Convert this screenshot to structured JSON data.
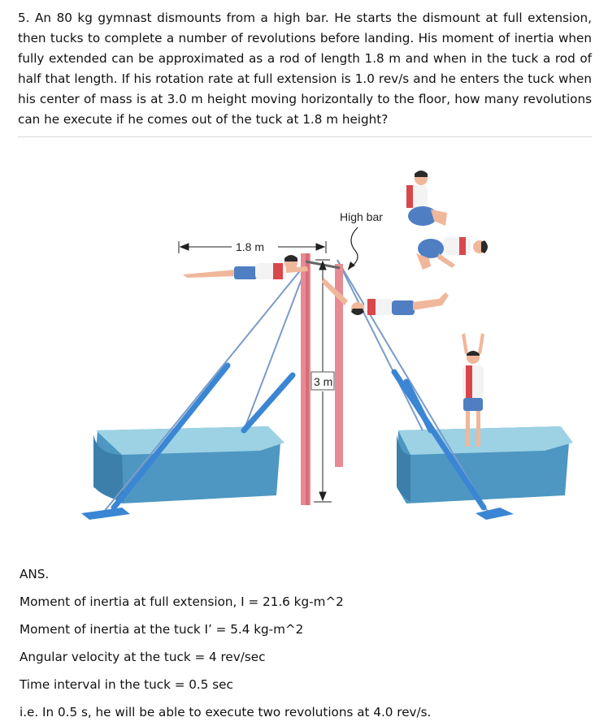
{
  "problem": {
    "text": "5. An 80 kg gymnast dismounts from a high bar. He starts the dismount at full extension, then tucks to complete a number of revolutions before landing. His moment of inertia when fully extended can be approximated as a rod of length 1.8 m and when in the tuck a rod of half that length. If his rotation rate at full extension is 1.0 rev/s and he enters the tuck when his center of mass is at 3.0 m height moving horizontally to the floor, how many revolutions can he execute if he comes out of the tuck at 1.8 m height?"
  },
  "figure": {
    "high_bar_label": "High bar",
    "width_label": "1.8 m",
    "height_label": "3 m",
    "colors": {
      "post": "#e88a93",
      "cable": "#7b9bc8",
      "brace": "#3a86d4",
      "mat_top": "#9cd2e4",
      "mat_side": "#4d97c2",
      "shirt": "#f3f3f3",
      "shirt_accent": "#d9474a",
      "shorts": "#4f7fc2",
      "skin": "#f0b79a",
      "hair": "#2a2a2a"
    }
  },
  "answer": {
    "heading": "ANS.",
    "lines": [
      "Moment of inertia at full extension, I = 21.6 kg-m^2",
      "Moment of inertia at the tuck I’ = 5.4 kg-m^2",
      "Angular velocity at the tuck = 4 rev/sec",
      "Time interval in the tuck = 0.5 sec",
      "i.e. In 0.5 s, he will be able to execute two revolutions at 4.0 rev/s."
    ]
  }
}
